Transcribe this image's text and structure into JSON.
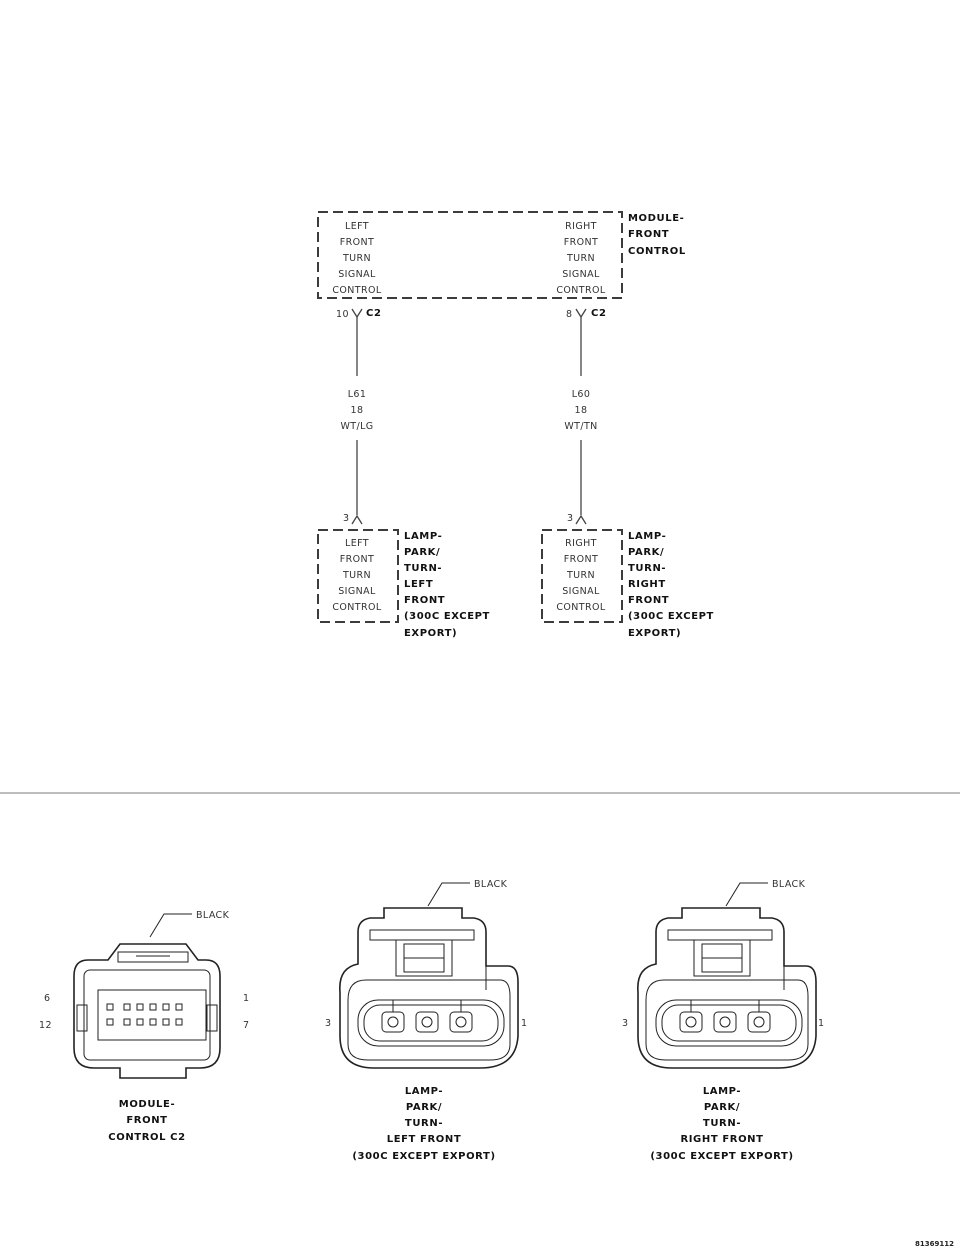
{
  "module": {
    "left_label": [
      "LEFT",
      "FRONT",
      "TURN",
      "SIGNAL",
      "CONTROL"
    ],
    "right_label": [
      "RIGHT",
      "FRONT",
      "TURN",
      "SIGNAL",
      "CONTROL"
    ],
    "title": [
      "MODULE-",
      "FRONT",
      "CONTROL"
    ]
  },
  "wires": {
    "left": {
      "pin": "10",
      "connector": "C2",
      "code": "L61",
      "gauge": "18",
      "color": "WT/LG",
      "lamp_pin": "3"
    },
    "right": {
      "pin": "8",
      "connector": "C2",
      "code": "L60",
      "gauge": "18",
      "color": "WT/TN",
      "lamp_pin": "3"
    }
  },
  "lamp_left": {
    "inner": [
      "LEFT",
      "FRONT",
      "TURN",
      "SIGNAL",
      "CONTROL"
    ],
    "title": [
      "LAMP-",
      "PARK/",
      "TURN-",
      "LEFT",
      "FRONT",
      "(300C EXCEPT",
      "EXPORT)"
    ]
  },
  "lamp_right": {
    "inner": [
      "RIGHT",
      "FRONT",
      "TURN",
      "SIGNAL",
      "CONTROL"
    ],
    "title": [
      "LAMP-",
      "PARK/",
      "TURN-",
      "RIGHT",
      "FRONT",
      "(300C EXCEPT",
      "EXPORT)"
    ]
  },
  "connectors": {
    "module_c2": {
      "color": "BLACK",
      "pin_tl": "6",
      "pin_bl": "12",
      "pin_tr": "1",
      "pin_br": "7",
      "caption": [
        "MODULE-",
        "FRONT",
        "CONTROL C2"
      ]
    },
    "lamp_left": {
      "color": "BLACK",
      "pin_left": "3",
      "pin_right": "1",
      "caption": [
        "LAMP-",
        "PARK/",
        "TURN-",
        "LEFT FRONT",
        "(300C EXCEPT EXPORT)"
      ]
    },
    "lamp_right": {
      "color": "BLACK",
      "pin_left": "3",
      "pin_right": "1",
      "caption": [
        "LAMP-",
        "PARK/",
        "TURN-",
        "RIGHT FRONT",
        "(300C EXCEPT EXPORT)"
      ]
    }
  },
  "figure_id": "81369112",
  "colors": {
    "line": "#444444",
    "text": "#222222",
    "divider": "#bdbdbd"
  }
}
